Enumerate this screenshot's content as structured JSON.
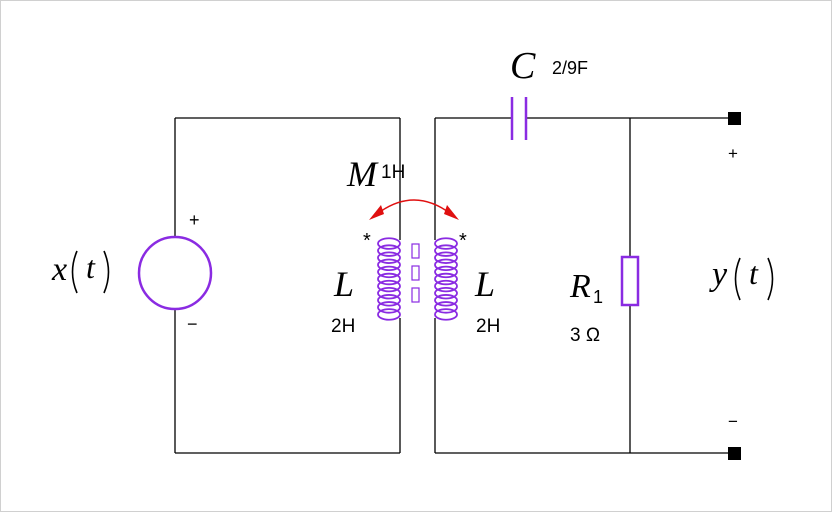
{
  "source": {
    "label": "x(t)",
    "var": "x",
    "arg": "t",
    "plus": "+",
    "minus": "−"
  },
  "output": {
    "var": "y",
    "arg": "t",
    "plus": "+",
    "minus": "−"
  },
  "capacitor": {
    "symbol": "C",
    "value": "2/9F"
  },
  "mutual": {
    "symbol": "M",
    "value": "1H"
  },
  "inductor_left": {
    "symbol": "L",
    "value": "2H",
    "dot": "*"
  },
  "inductor_right": {
    "symbol": "L",
    "value": "2H",
    "dot": "*"
  },
  "resistor": {
    "symbol": "R",
    "subscript": "1",
    "value": "3 Ω"
  },
  "colors": {
    "wire": "#000000",
    "component": "#8a2be2",
    "arrow": "#e01010"
  }
}
